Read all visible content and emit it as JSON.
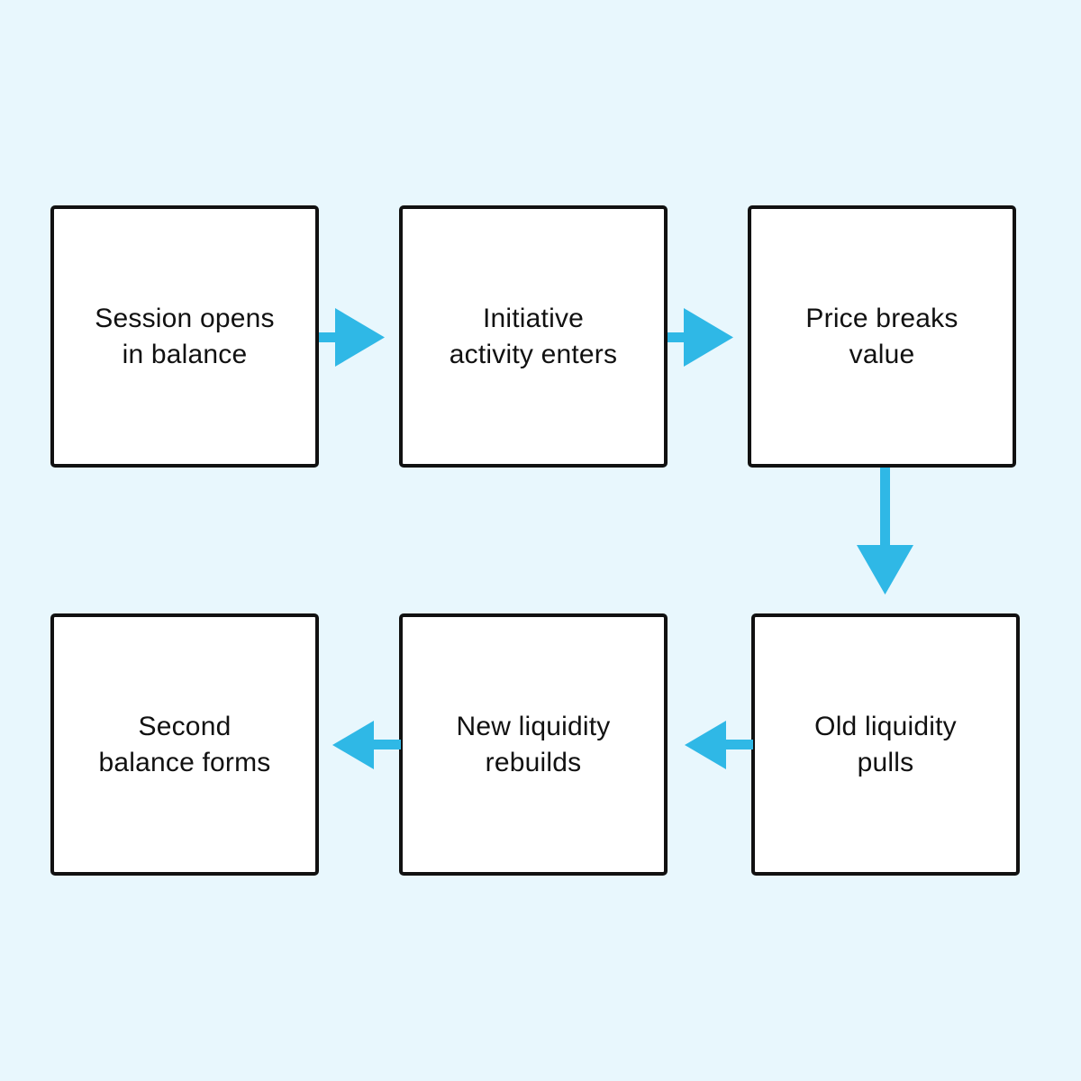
{
  "colors": {
    "background": "#e8f7fd",
    "box_fill": "#ffffff",
    "box_border": "#111111",
    "arrow": "#2fb8e6",
    "text": "#111111"
  },
  "steps": [
    {
      "label": "Session opens\nin balance"
    },
    {
      "label": "Initiative\nactivity enters"
    },
    {
      "label": "Price breaks\nvalue"
    },
    {
      "label": "Old liquidity\npulls"
    },
    {
      "label": "New liquidity\nrebuilds"
    },
    {
      "label": "Second\nbalance forms"
    }
  ],
  "connections": [
    {
      "from": 1,
      "to": 2,
      "direction": "right"
    },
    {
      "from": 2,
      "to": 3,
      "direction": "right"
    },
    {
      "from": 3,
      "to": 4,
      "direction": "down"
    },
    {
      "from": 4,
      "to": 5,
      "direction": "left"
    },
    {
      "from": 5,
      "to": 6,
      "direction": "left"
    }
  ]
}
